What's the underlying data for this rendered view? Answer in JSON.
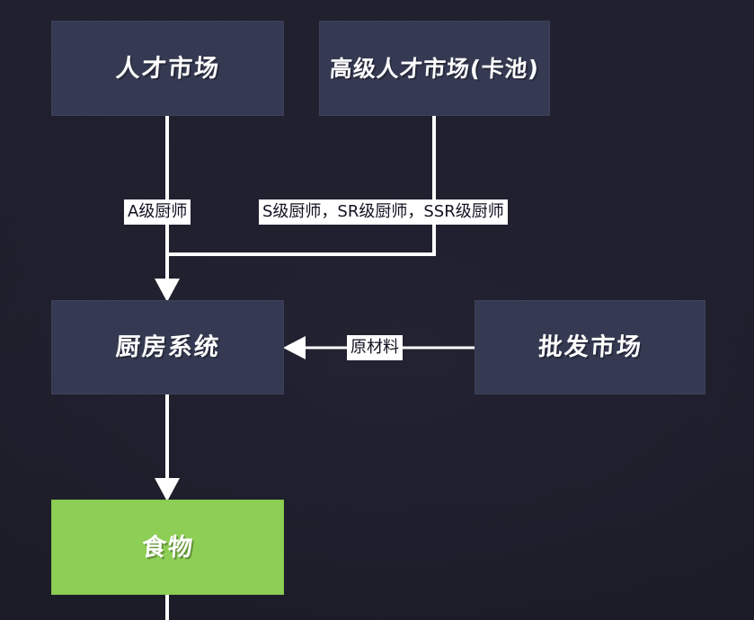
{
  "diagram": {
    "background_color": "#1e1e2c",
    "node_fill": "#353a52",
    "node_highlight_fill": "#8dce55",
    "edge_color": "#ffffff",
    "nodes": [
      {
        "id": "talent-market",
        "label": "人才市场"
      },
      {
        "id": "premium-talent-market",
        "label": "高级人才市场(卡池)"
      },
      {
        "id": "kitchen-system",
        "label": "厨房系统"
      },
      {
        "id": "wholesale-market",
        "label": "批发市场"
      },
      {
        "id": "food",
        "label": "食物"
      }
    ],
    "edges": [
      {
        "id": "talent-to-kitchen",
        "label": "A级厨师"
      },
      {
        "id": "premium-to-kitchen",
        "label": "S级厨师，SR级厨师，SSR级厨师"
      },
      {
        "id": "wholesale-to-kitchen",
        "label": "原材料"
      },
      {
        "id": "kitchen-to-food",
        "label": ""
      },
      {
        "id": "food-to-next",
        "label": ""
      }
    ]
  }
}
